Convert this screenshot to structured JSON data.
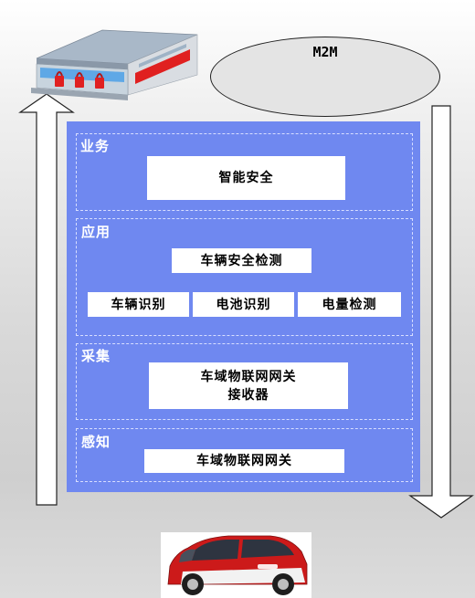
{
  "cloud": {
    "label": "M2M"
  },
  "layers": {
    "business": {
      "title": "业务",
      "box": "智能安全"
    },
    "application": {
      "title": "应用",
      "main_box": "车辆安全检测",
      "sub_boxes": [
        "车辆识别",
        "电池识别",
        "电量检测"
      ]
    },
    "collection": {
      "title": "采集",
      "box_lines": [
        "车域物联网网关",
        "接收器"
      ]
    },
    "perception": {
      "title": "感知",
      "box": "车域物联网网关"
    }
  },
  "colors": {
    "panel": "#6f88f0",
    "arrow_fill": "#ffffff",
    "arrow_stroke": "#222222",
    "building_red": "#e02020",
    "car_red": "#cc1a1a"
  },
  "icons": {
    "top": "data-center-building-icon",
    "bottom": "electric-car-icon"
  }
}
